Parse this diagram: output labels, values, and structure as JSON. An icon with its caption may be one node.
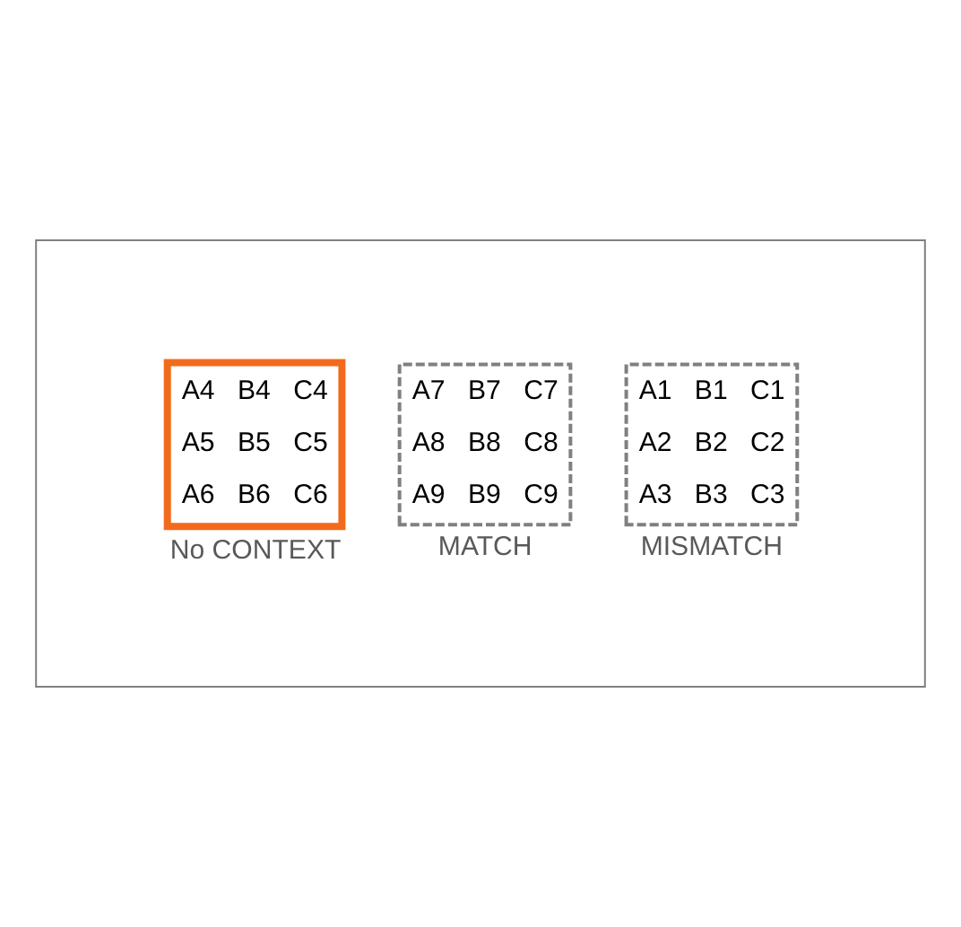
{
  "diagram": {
    "nodes": [
      {
        "text": [],
        "shape": "box"
      },
      {
        "text": [
          "A4",
          "B4",
          "C4",
          "A5",
          "B5",
          "C5",
          "A6",
          "B6",
          "C6"
        ],
        "beside": [
          "No CONTEXT"
        ],
        "in": 0
      },
      {
        "text": [
          "A7",
          "B7",
          "C7",
          "A8",
          "B8",
          "C8",
          "A9",
          "B9",
          "C9"
        ],
        "beside": [
          "MATCH"
        ],
        "in": 0
      },
      {
        "text": [
          "A1",
          "B1",
          "C1",
          "A2",
          "B2",
          "C2",
          "A3",
          "B3",
          "C3"
        ],
        "beside": [
          "MISMATCH"
        ],
        "in": 0
      }
    ],
    "edges": []
  }
}
